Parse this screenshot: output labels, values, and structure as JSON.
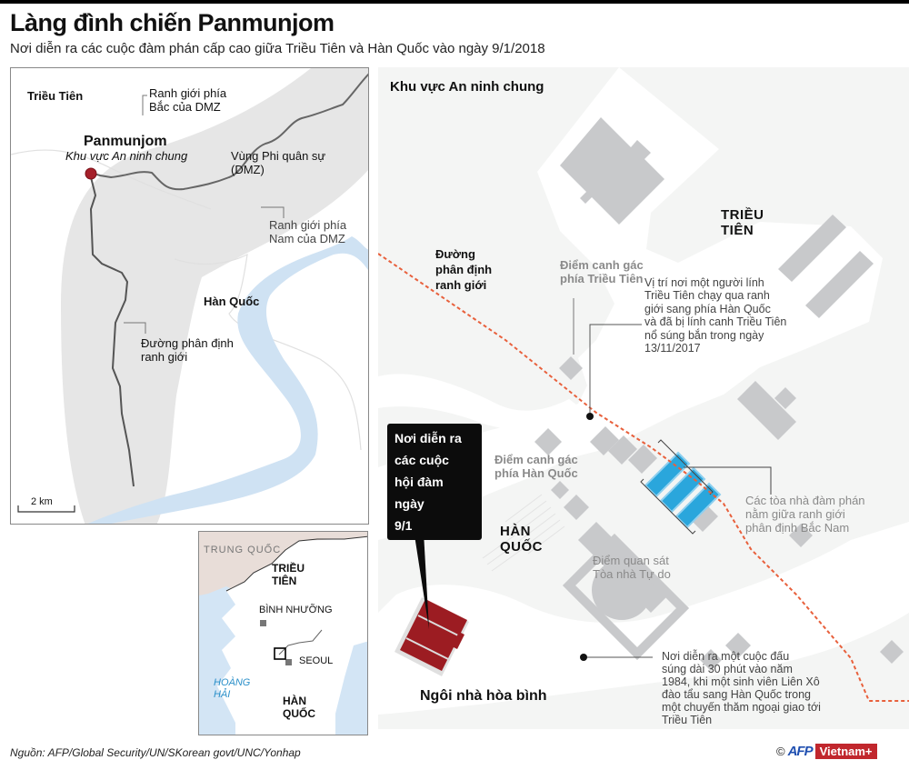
{
  "header": {
    "title": "Làng đình chiến Panmunjom",
    "subtitle": "Nơi diễn ra các cuộc đàm phán cấp cao giữa Triều Tiên và Hàn Quốc vào ngày 9/1/2018"
  },
  "colors": {
    "dmz_fill": "#e6e6e6",
    "river": "#cfe2f3",
    "line": "#555555",
    "marker_red": "#a5202a",
    "mdl_dashed": "#e8603c",
    "building_gray": "#c8c9cb",
    "negotiation_blue": "#2aa6dc",
    "peace_house_red": "#9c1c22",
    "china_fill": "#e8ddd8",
    "sea": "#d3e5f5"
  },
  "regional_map": {
    "labels": {
      "north_korea": "Triều Tiên",
      "north_dmz_boundary": "Ranh giới phía\nBắc của DMZ",
      "panmunjom": "Panmunjom",
      "jsa": "Khu vực An ninh chung",
      "dmz": "Vùng Phi quân sự\n(DMZ)",
      "south_dmz_boundary": "Ranh giới phía\nNam của DMZ",
      "south_korea": "Hàn Quốc",
      "mdl": "Đường phân định\nranh giới",
      "scale": "2 km"
    }
  },
  "locator_map": {
    "labels": {
      "china": "TRUNG QUỐC",
      "north_korea": "TRIỀU\nTIÊN",
      "pyongyang": "BÌNH NHƯỠNG",
      "seoul": "SEOUL",
      "yellow_sea": "HOÀNG\nHẢI",
      "south_korea": "HÀN\nQUỐC"
    }
  },
  "jsa_map": {
    "title": "Khu vực An ninh chung",
    "labels": {
      "north_korea": "TRIỀU\nTIÊN",
      "mdl": "Đường\nphân định\nranh giới",
      "nk_guard_post": "Điểm canh gác\nphía Triều Tiên",
      "defector_note": "Vị trí nơi một người lính\nTriều Tiên chạy qua ranh\ngiới sang phía Hàn Quốc\nvà đã bị lính canh Triều Tiên\nnổ súng bắn trong ngày\n13/11/2017",
      "talks_callout": "Nơi diễn ra\ncác cuộc\nhội đàm ngày\n9/1",
      "sk_guard_post": "Điểm canh gác\nphía Hàn Quốc",
      "negotiation_buildings": "Các tòa nhà đàm phán\nnằm giữa ranh giới\nphân định Bắc Nam",
      "south_korea": "HÀN\nQUỐC",
      "freedom_house": "Điểm quan sát\nTòa nhà Tự do",
      "peace_house": "Ngôi nhà hòa bình",
      "gunfight_note": "Nơi diễn ra một cuộc đấu\nsúng dài 30 phút vào năm\n1984, khi một sinh viên Liên Xô\nđào tẩu sang Hàn Quốc trong\nmột chuyến thăm ngoại giao tới\nTriều Tiên"
    }
  },
  "footer": {
    "source": "Nguồn: AFP/Global Security/UN/SKorean govt/UNC/Yonhap",
    "copyright_symbol": "©",
    "afp": "AFP",
    "vietnamplus": "Vietnam+"
  }
}
